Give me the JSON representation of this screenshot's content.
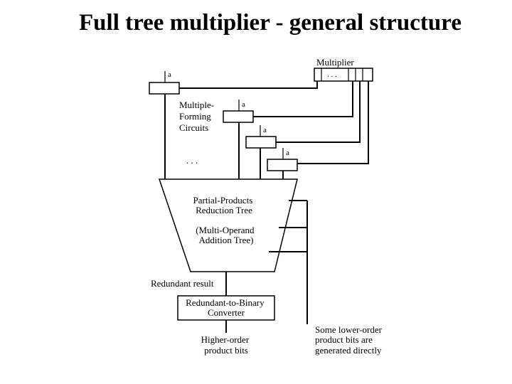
{
  "title": "Full tree multiplier - general structure",
  "diagram": {
    "multiplier_label": "Multiplier",
    "multiplier_dots": ". . .",
    "operand_label": "a",
    "mfc_label": [
      "Multiple-",
      "Forming",
      "Circuits"
    ],
    "ellipsis": ". . .",
    "tree_label": [
      "Partial-Products",
      "Reduction Tree"
    ],
    "tree_sublabel": [
      "(Multi-Operand",
      "Addition Tree)"
    ],
    "redundant_label": "Redundant result",
    "converter_label": [
      "Redundant-to-Binary",
      "Converter"
    ],
    "higher_label": [
      "Higher-order",
      "product bits"
    ],
    "lower_label": [
      "Some lower-order",
      "product bits are",
      "generated directly"
    ]
  }
}
